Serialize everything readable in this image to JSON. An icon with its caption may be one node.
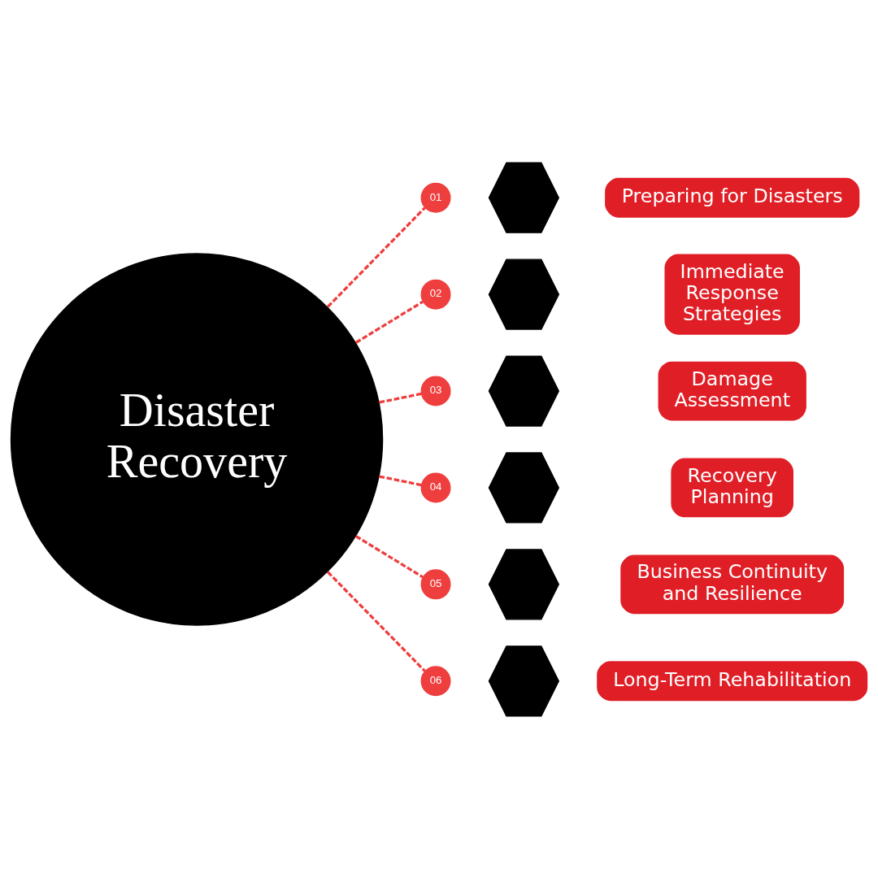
{
  "diagram": {
    "nodes": [
      {
        "text": [
          "Disaster Recovery"
        ]
      },
      {
        "text": [
          "01"
        ]
      },
      {
        "text": [],
        "shape": "picture"
      },
      {
        "text": [
          "Preparing for Disasters"
        ]
      },
      {
        "text": [
          "02"
        ]
      },
      {
        "text": [],
        "shape": "picture"
      },
      {
        "text": [
          "Immediate Response Strategies"
        ]
      },
      {
        "text": [
          "03"
        ]
      },
      {
        "text": [],
        "shape": "picture"
      },
      {
        "text": [
          "Damage Assessment"
        ]
      },
      {
        "text": [
          "04"
        ]
      },
      {
        "text": [],
        "shape": "picture"
      },
      {
        "text": [
          "Recovery Planning"
        ]
      },
      {
        "text": [
          "05"
        ]
      },
      {
        "text": [],
        "shape": "picture"
      },
      {
        "text": [
          "Business Continuity and Resilience"
        ]
      },
      {
        "text": [
          "06"
        ]
      },
      {
        "text": [],
        "shape": "picture"
      },
      {
        "text": [
          "Long-Term Rehabilitation"
        ]
      }
    ],
    "edges": [
      {
        "from": 0,
        "to": 1,
        "arrow": "none",
        "style": "dashed"
      },
      {
        "from": 0,
        "to": 4,
        "arrow": "none",
        "style": "dashed"
      },
      {
        "from": 0,
        "to": 7,
        "arrow": "none",
        "style": "dashed"
      },
      {
        "from": 0,
        "to": 10,
        "arrow": "none",
        "style": "dashed"
      },
      {
        "from": 0,
        "to": 13,
        "arrow": "none",
        "style": "dashed"
      },
      {
        "from": 0,
        "to": 16,
        "arrow": "none",
        "style": "dashed"
      }
    ]
  }
}
